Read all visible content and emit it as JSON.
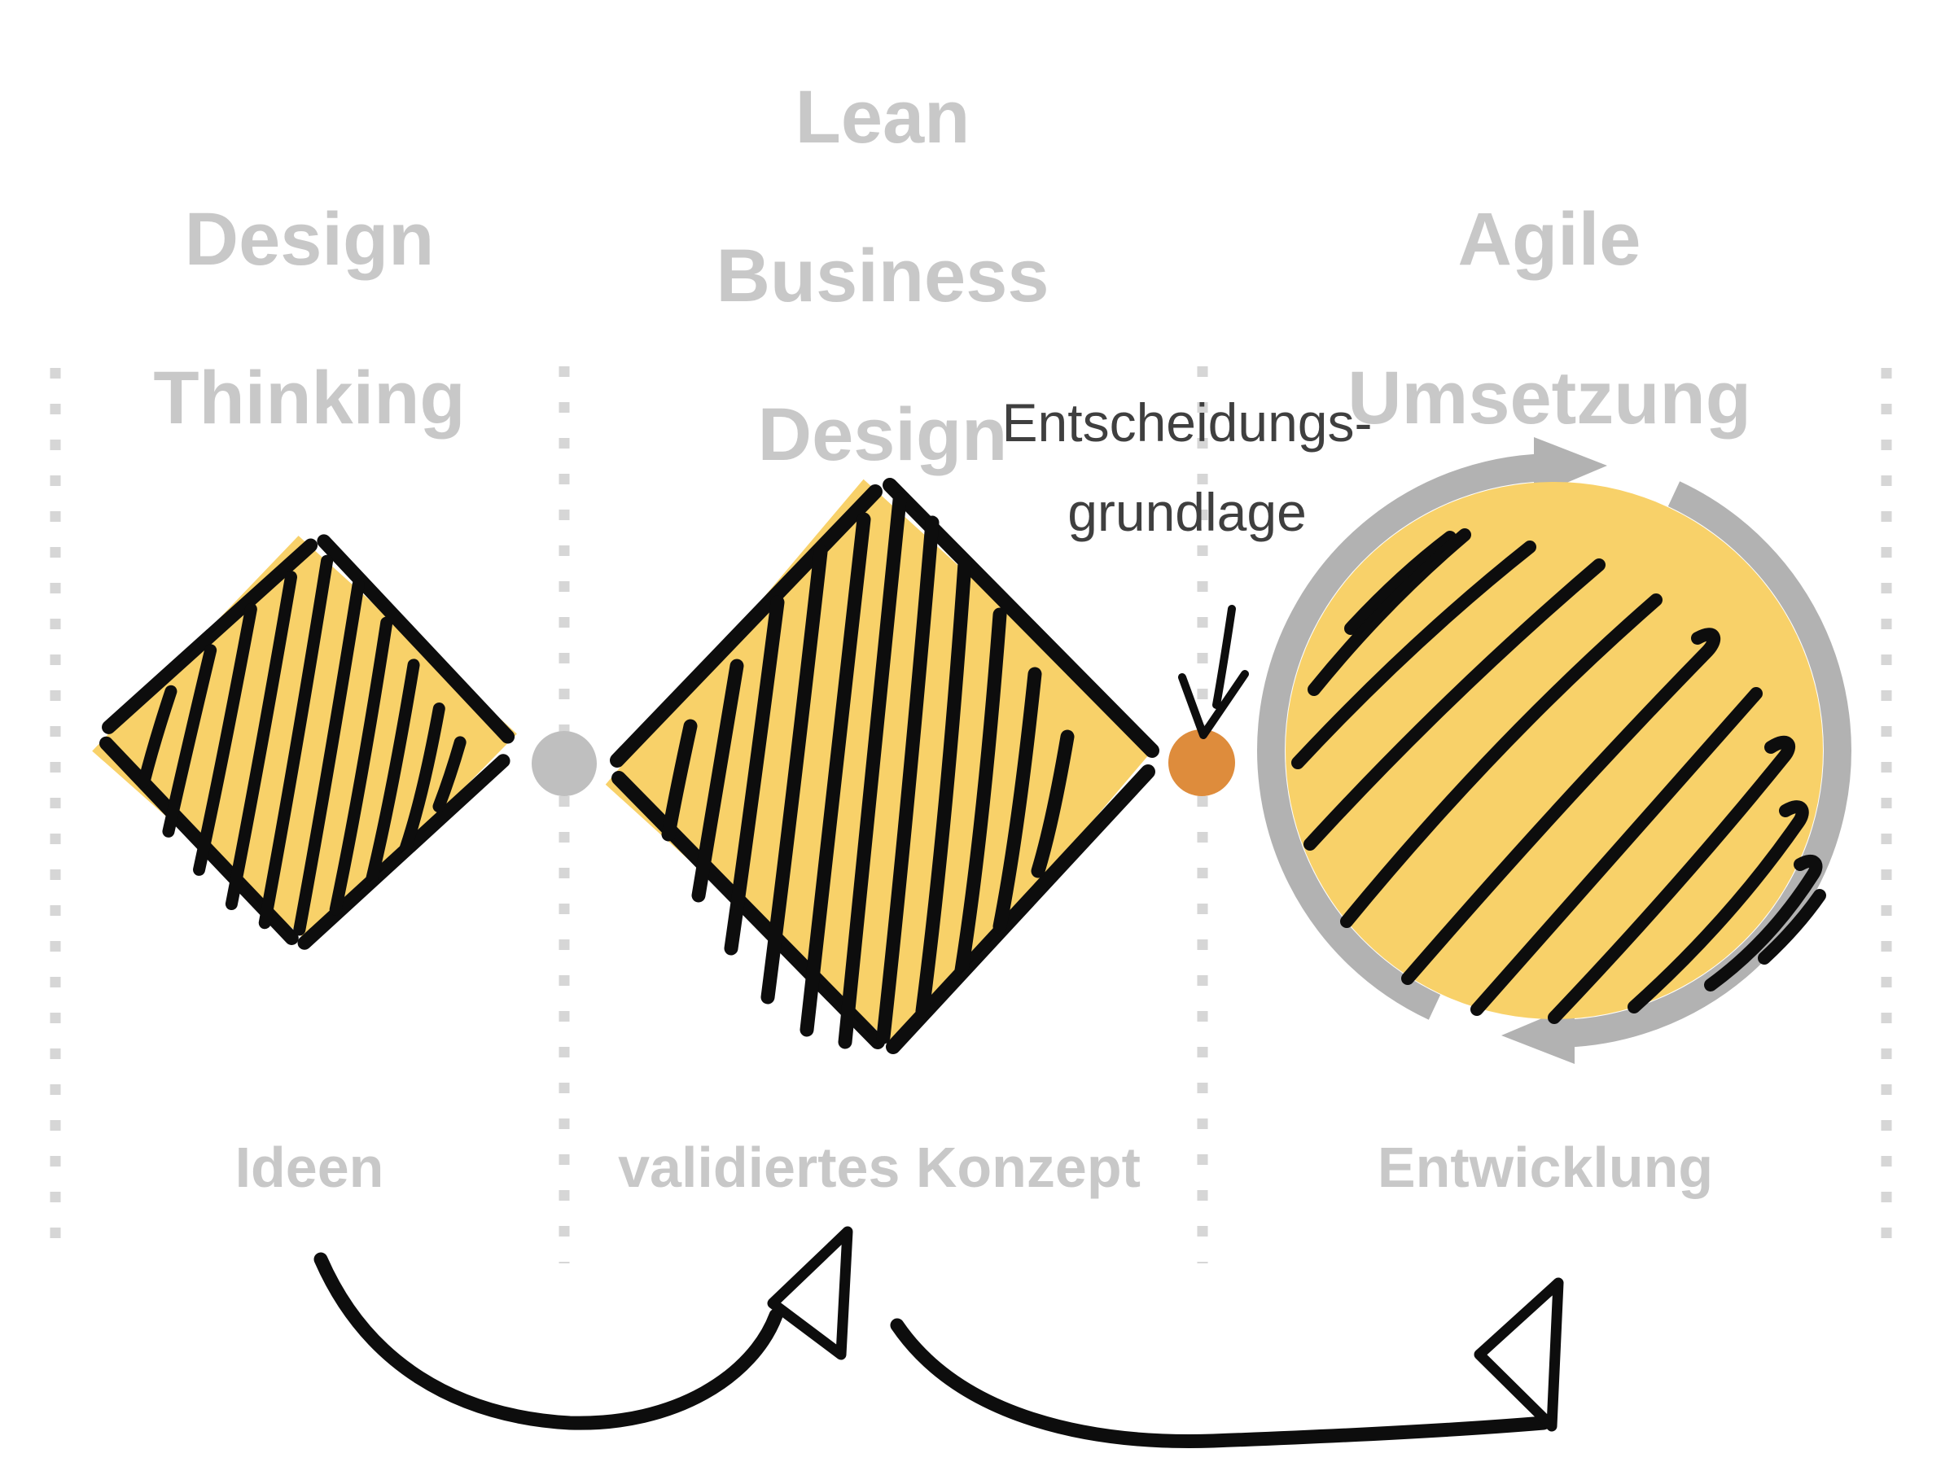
{
  "phases": [
    {
      "title": "Design\nThinking",
      "label": "Ideen",
      "shape": "hatched-diamond-small-icon"
    },
    {
      "title": "Lean\nBusiness\nDesign",
      "label": "validiertes Konzept",
      "shape": "hatched-diamond-large-icon"
    },
    {
      "title": "Agile\nUmsetzung",
      "label": "Entwicklung",
      "shape": "hatched-circle-loop-icon"
    }
  ],
  "annotation": {
    "text": "Entscheidungs-\ngrundlage",
    "points_to": "decision-dot"
  },
  "connectors": {
    "gray_dot": "transition-dot",
    "orange_dot": "decision-dot",
    "arrows": [
      "ideen-to-konzept-arrow",
      "konzept-to-entwicklung-arrow"
    ]
  },
  "colors": {
    "yellow": "#F8D169",
    "ink": "#0d0d0d",
    "graydot": "#BFBFBF",
    "orange": "#DE8C3C",
    "ring": "#B2B2B2",
    "textgray": "#C8C8C8",
    "anngray": "#3F3F3F",
    "dotted": "#D6D6D6"
  }
}
